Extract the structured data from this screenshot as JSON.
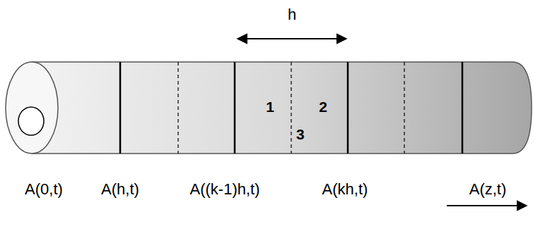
{
  "diagram": {
    "labels": [
      "h",
      "1",
      "2",
      "3",
      "A(0,t)",
      "A(h,t)",
      "A((k-1)h,t)",
      "A(kh,t)",
      "A(z,t)"
    ]
  }
}
